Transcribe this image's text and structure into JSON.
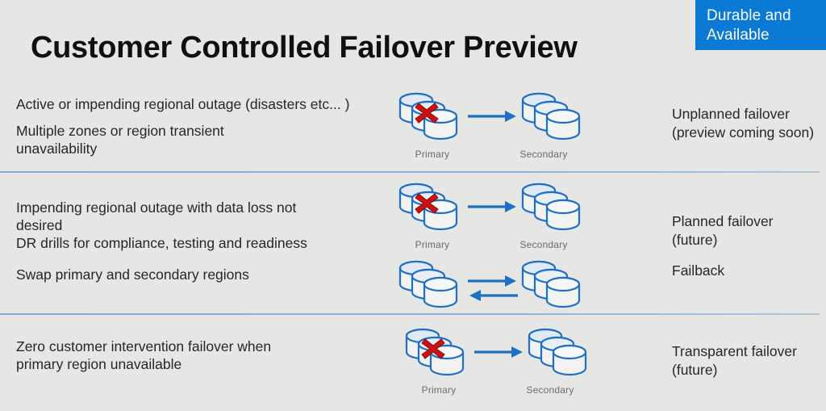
{
  "slide": {
    "title": "Customer Controlled Failover Preview",
    "background_color": "#e6e7e4",
    "badge": {
      "line1": "Durable and",
      "line2": "Available",
      "bg_color": "#0b7ad4",
      "text_color": "#ffffff"
    },
    "divider_color": "#86b0d6",
    "accent_blue": "#1f6fc4",
    "db_outline_color": "#1f6fc4",
    "x_mark_color": "#cc1111",
    "caption_color": "#6b6b6b"
  },
  "rows": [
    {
      "id": "unplanned",
      "left_lines": [
        "Active or impending regional outage (disasters etc... )",
        "",
        "Multiple zones or region transient",
        "unavailability"
      ],
      "diagram": {
        "primary_label": "Primary",
        "secondary_label": "Secondary",
        "arrow": "single-right",
        "failure_marker": "red-x"
      },
      "right_lines": [
        "Unplanned failover",
        "(preview coming soon)"
      ]
    },
    {
      "id": "planned",
      "left_lines": [
        "Impending regional outage with data loss not",
        "desired",
        "DR drills for compliance, testing and readiness"
      ],
      "diagram": {
        "primary_label": "Primary",
        "secondary_label": "Secondary",
        "arrow": "single-right",
        "failure_marker": "red-x"
      },
      "right_lines": [
        "Planned failover",
        "(future)"
      ]
    },
    {
      "id": "failback",
      "left_lines": [
        "Swap primary and secondary regions"
      ],
      "diagram": {
        "primary_label": "",
        "secondary_label": "",
        "arrow": "bidirectional",
        "failure_marker": "none"
      },
      "right_lines": [
        "Failback"
      ]
    },
    {
      "id": "transparent",
      "left_lines": [
        "Zero customer intervention failover when",
        "primary region unavailable"
      ],
      "diagram": {
        "primary_label": "Primary",
        "secondary_label": "Secondary",
        "arrow": "single-right",
        "failure_marker": "red-x"
      },
      "right_lines": [
        "Transparent failover",
        "(future)"
      ]
    }
  ]
}
